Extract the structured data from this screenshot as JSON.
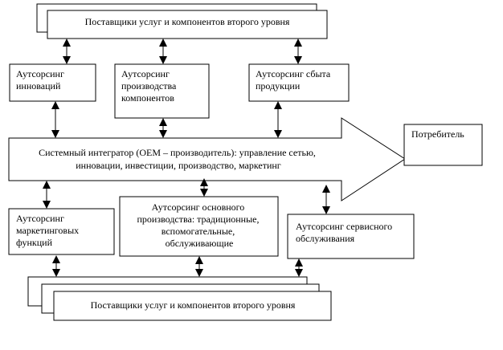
{
  "top_suppliers": {
    "label": "Поставщики услуг и компонентов второго уровня"
  },
  "bottom_suppliers": {
    "label": "Поставщики услуг и компонентов второго уровня"
  },
  "outsourcing_innovation": {
    "lines": [
      "Аутсорсинг",
      "инноваций"
    ]
  },
  "outsourcing_components": {
    "lines": [
      "Аутсорсинг",
      "производства",
      "компонентов"
    ]
  },
  "outsourcing_sales": {
    "lines": [
      "Аутсорсинг сбыта",
      "продукции"
    ]
  },
  "integrator": {
    "lines": [
      "Системный интегратор (OEM – производитель): управление сетью,",
      "инновации, инвестиции, производство, маркетинг"
    ]
  },
  "consumer": {
    "label": "Потребитель"
  },
  "outsourcing_marketing": {
    "lines": [
      "Аутсорсинг",
      "маркетинговых",
      "функций"
    ]
  },
  "outsourcing_main_production": {
    "lines": [
      "Аутсорсинг основного",
      "производства: традиционные,",
      "вспомогательные,",
      "обслуживающие"
    ]
  },
  "outsourcing_service": {
    "lines": [
      "Аутсорсинг сервисного",
      "обслуживания"
    ]
  }
}
